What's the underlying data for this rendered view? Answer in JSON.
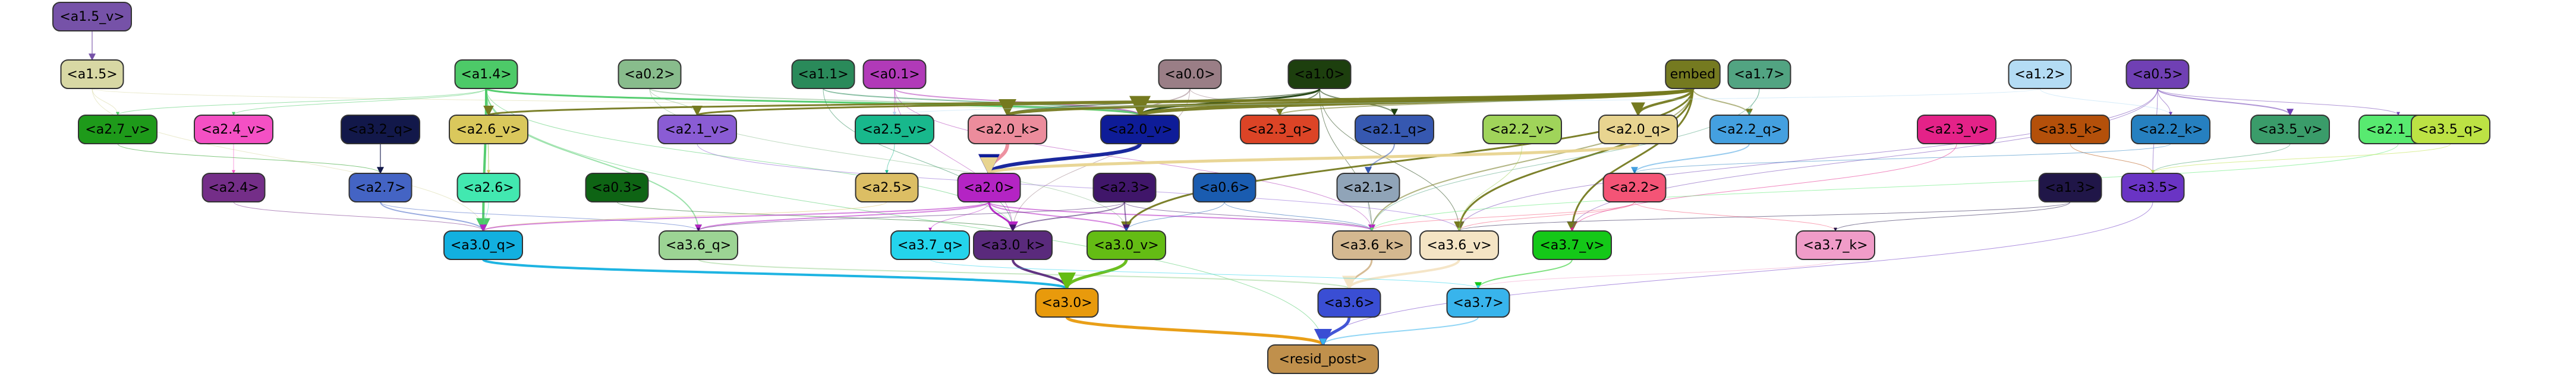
{
  "graph": {
    "nodes": [
      {
        "id": "a1_5_v",
        "label": "<a1.5_v>",
        "fill": "#7652a8",
        "text": "#000000"
      },
      {
        "id": "a1_5",
        "label": "<a1.5>",
        "fill": "#d8d8a4",
        "text": "#000000"
      },
      {
        "id": "a1_4",
        "label": "<a1.4>",
        "fill": "#4dca68",
        "text": "#000000"
      },
      {
        "id": "a0_2",
        "label": "<a0.2>",
        "fill": "#88bc8c",
        "text": "#000000"
      },
      {
        "id": "a1_1",
        "label": "<a1.1>",
        "fill": "#2a8a5a",
        "text": "#000000"
      },
      {
        "id": "a0_1",
        "label": "<a0.1>",
        "fill": "#b13ab8",
        "text": "#000000"
      },
      {
        "id": "a0_0",
        "label": "<a0.0>",
        "fill": "#9a7e86",
        "text": "#000000"
      },
      {
        "id": "a1_0",
        "label": "<a1.0>",
        "fill": "#1d3f0e",
        "text": "#000000"
      },
      {
        "id": "embed",
        "label": "embed",
        "fill": "#757a20",
        "text": "#000000"
      },
      {
        "id": "a1_7",
        "label": "<a1.7>",
        "fill": "#52a482",
        "text": "#000000"
      },
      {
        "id": "a1_2",
        "label": "<a1.2>",
        "fill": "#b4dcf4",
        "text": "#000000"
      },
      {
        "id": "a0_5",
        "label": "<a0.5>",
        "fill": "#7040b4",
        "text": "#000000"
      },
      {
        "id": "a2_7_v",
        "label": "<a2.7_v>",
        "fill": "#1e9a1a",
        "text": "#000000"
      },
      {
        "id": "a2_4_v",
        "label": "<a2.4_v>",
        "fill": "#f450c4",
        "text": "#000000"
      },
      {
        "id": "a3_2_q",
        "label": "<a3.2_q>",
        "fill": "#12184a",
        "text": "#000000"
      },
      {
        "id": "a2_6_v",
        "label": "<a2.6_v>",
        "fill": "#dac85c",
        "text": "#000000"
      },
      {
        "id": "a2_1_v",
        "label": "<a2.1_v>",
        "fill": "#8a5cd4",
        "text": "#000000"
      },
      {
        "id": "a2_5_v",
        "label": "<a2.5_v>",
        "fill": "#18b88c",
        "text": "#000000"
      },
      {
        "id": "a2_0_k",
        "label": "<a2.0_k>",
        "fill": "#ec8c9c",
        "text": "#000000"
      },
      {
        "id": "a2_0_v",
        "label": "<a2.0_v>",
        "fill": "#0e1c98",
        "text": "#000000"
      },
      {
        "id": "a2_3_q",
        "label": "<a2.3_q>",
        "fill": "#dc4426",
        "text": "#000000"
      },
      {
        "id": "a2_1_q",
        "label": "<a2.1_q>",
        "fill": "#3658b0",
        "text": "#000000"
      },
      {
        "id": "a2_2_v",
        "label": "<a2.2_v>",
        "fill": "#a0d45a",
        "text": "#000000"
      },
      {
        "id": "a2_0_q",
        "label": "<a2.0_q>",
        "fill": "#e8d490",
        "text": "#000000"
      },
      {
        "id": "a2_2_q",
        "label": "<a2.2_q>",
        "fill": "#44a0e0",
        "text": "#000000"
      },
      {
        "id": "a2_3_v",
        "label": "<a2.3_v>",
        "fill": "#e42288",
        "text": "#000000"
      },
      {
        "id": "a3_5_k",
        "label": "<a3.5_k>",
        "fill": "#b4500a",
        "text": "#000000"
      },
      {
        "id": "a2_2_k",
        "label": "<a2.2_k>",
        "fill": "#2680c0",
        "text": "#000000"
      },
      {
        "id": "a3_5_v",
        "label": "<a3.5_v>",
        "fill": "#3a9c6a",
        "text": "#000000"
      },
      {
        "id": "a2_1_k",
        "label": "<a2.1_k>",
        "fill": "#58ea70",
        "text": "#000000"
      },
      {
        "id": "a3_5_q",
        "label": "<a3.5_q>",
        "fill": "#bce244",
        "text": "#000000"
      },
      {
        "id": "a2_4",
        "label": "<a2.4>",
        "fill": "#742e88",
        "text": "#000000"
      },
      {
        "id": "a2_7",
        "label": "<a2.7>",
        "fill": "#4464c4",
        "text": "#000000"
      },
      {
        "id": "a2_6",
        "label": "<a2.6>",
        "fill": "#42e8b0",
        "text": "#000000"
      },
      {
        "id": "a0_3",
        "label": "<a0.3>",
        "fill": "#0e6414",
        "text": "#000000"
      },
      {
        "id": "a2_5",
        "label": "<a2.5>",
        "fill": "#dcbe64",
        "text": "#000000"
      },
      {
        "id": "a2_0",
        "label": "<a2.0>",
        "fill": "#b424c4",
        "text": "#000000"
      },
      {
        "id": "a2_3",
        "label": "<a2.3>",
        "fill": "#40166a",
        "text": "#000000"
      },
      {
        "id": "a0_6",
        "label": "<a0.6>",
        "fill": "#1a5cb0",
        "text": "#000000"
      },
      {
        "id": "a2_1",
        "label": "<a2.1>",
        "fill": "#90a4b8",
        "text": "#000000"
      },
      {
        "id": "a2_2",
        "label": "<a2.2>",
        "fill": "#f45476",
        "text": "#000000"
      },
      {
        "id": "a1_3",
        "label": "<a1.3>",
        "fill": "#201648",
        "text": "#000000"
      },
      {
        "id": "a3_5",
        "label": "<a3.5>",
        "fill": "#6a34c4",
        "text": "#000000"
      },
      {
        "id": "a3_0_q",
        "label": "<a3.0_q>",
        "fill": "#12b0e0",
        "text": "#000000"
      },
      {
        "id": "a3_6_q",
        "label": "<a3.6_q>",
        "fill": "#9cd494",
        "text": "#000000"
      },
      {
        "id": "a3_7_q",
        "label": "<a3.7_q>",
        "fill": "#24d4ec",
        "text": "#000000"
      },
      {
        "id": "a3_0_k",
        "label": "<a3.0_k>",
        "fill": "#5a2a7c",
        "text": "#000000"
      },
      {
        "id": "a3_0_v",
        "label": "<a3.0_v>",
        "fill": "#64bc14",
        "text": "#000000"
      },
      {
        "id": "a3_6_k",
        "label": "<a3.6_k>",
        "fill": "#d4b890",
        "text": "#000000"
      },
      {
        "id": "a3_6_v",
        "label": "<a3.6_v>",
        "fill": "#f4e4c4",
        "text": "#000000"
      },
      {
        "id": "a3_7_v",
        "label": "<a3.7_v>",
        "fill": "#14c818",
        "text": "#000000"
      },
      {
        "id": "a3_7_k",
        "label": "<a3.7_k>",
        "fill": "#f09cc8",
        "text": "#000000"
      },
      {
        "id": "a3_0",
        "label": "<a3.0>",
        "fill": "#e89a0c",
        "text": "#000000"
      },
      {
        "id": "a3_6",
        "label": "<a3.6>",
        "fill": "#3a4ed4",
        "text": "#000000"
      },
      {
        "id": "a3_7",
        "label": "<a3.7>",
        "fill": "#38b4ec",
        "text": "#000000"
      },
      {
        "id": "resid_post",
        "label": "<resid_post>",
        "fill": "#c0904c",
        "text": "#000000"
      }
    ],
    "edges": [
      {
        "from": "a1_5_v",
        "to": "a1_5",
        "color": "#7652a8",
        "weight": 2
      },
      {
        "from": "a1_5",
        "to": "a2_7_v",
        "color": "#d8d8a4",
        "weight": 1
      },
      {
        "from": "a1_5",
        "to": "a3_0_q",
        "color": "#d8d8a4",
        "weight": 1
      },
      {
        "from": "a1_5",
        "to": "a2_0_v",
        "color": "#d8d8a4",
        "weight": 1
      },
      {
        "from": "a1_4",
        "to": "a3_0_q",
        "color": "#4dca68",
        "weight": 4
      },
      {
        "from": "a1_4",
        "to": "a2_0_v",
        "color": "#4dca68",
        "weight": 3
      },
      {
        "from": "a1_4",
        "to": "a2_6_v",
        "color": "#4dca68",
        "weight": 2
      },
      {
        "from": "a1_4",
        "to": "a2_7_v",
        "color": "#4dca68",
        "weight": 1
      },
      {
        "from": "a1_4",
        "to": "a2_4_v",
        "color": "#4dca68",
        "weight": 1
      },
      {
        "from": "a1_4",
        "to": "a3_6_q",
        "color": "#4dca68",
        "weight": 2
      },
      {
        "from": "a1_4",
        "to": "resid_post",
        "color": "#4dca68",
        "weight": 1
      },
      {
        "from": "a1_4",
        "to": "a3_0_k",
        "color": "#4dca68",
        "weight": 1
      },
      {
        "from": "a1_4",
        "to": "a2_6",
        "color": "#4dca68",
        "weight": 1
      },
      {
        "from": "a0_2",
        "to": "a2_0_v",
        "color": "#88bc8c",
        "weight": 2
      },
      {
        "from": "a0_2",
        "to": "a3_0_v",
        "color": "#88bc8c",
        "weight": 1
      },
      {
        "from": "a0_2",
        "to": "a2_1_v",
        "color": "#88bc8c",
        "weight": 1
      },
      {
        "from": "a1_1",
        "to": "a2_0_v",
        "color": "#2a8a5a",
        "weight": 2
      },
      {
        "from": "a1_1",
        "to": "a3_0_k",
        "color": "#2a8a5a",
        "weight": 1
      },
      {
        "from": "a0_1",
        "to": "a2_0_v",
        "color": "#b13ab8",
        "weight": 2
      },
      {
        "from": "a0_1",
        "to": "a3_0_k",
        "color": "#b13ab8",
        "weight": 1
      },
      {
        "from": "a0_1",
        "to": "a2_5_v",
        "color": "#b13ab8",
        "weight": 1
      },
      {
        "from": "a0_1",
        "to": "a3_6_k",
        "color": "#b13ab8",
        "weight": 1
      },
      {
        "from": "a0_0",
        "to": "a2_0_v",
        "color": "#9a7e86",
        "weight": 2
      },
      {
        "from": "a0_0",
        "to": "a3_0_k",
        "color": "#9a7e86",
        "weight": 1
      },
      {
        "from": "a0_0",
        "to": "a2_3_q",
        "color": "#9a7e86",
        "weight": 1
      },
      {
        "from": "a1_0",
        "to": "a2_0_v",
        "color": "#1d3f0e",
        "weight": 3
      },
      {
        "from": "a1_0",
        "to": "a2_1_q",
        "color": "#1d3f0e",
        "weight": 2
      },
      {
        "from": "a1_0",
        "to": "a2_3_q",
        "color": "#1d3f0e",
        "weight": 2
      },
      {
        "from": "a1_0",
        "to": "a2_0_k",
        "color": "#1d3f0e",
        "weight": 2
      },
      {
        "from": "a1_0",
        "to": "a3_6_k",
        "color": "#1d3f0e",
        "weight": 1
      },
      {
        "from": "a1_0",
        "to": "a3_6_v",
        "color": "#1d3f0e",
        "weight": 1
      },
      {
        "from": "embed",
        "to": "a2_0_v",
        "color": "#757a20",
        "weight": 6
      },
      {
        "from": "embed",
        "to": "a2_0_k",
        "color": "#757a20",
        "weight": 5
      },
      {
        "from": "embed",
        "to": "a2_0_q",
        "color": "#757a20",
        "weight": 4
      },
      {
        "from": "embed",
        "to": "a2_1_v",
        "color": "#757a20",
        "weight": 3
      },
      {
        "from": "embed",
        "to": "a2_6_v",
        "color": "#757a20",
        "weight": 3
      },
      {
        "from": "embed",
        "to": "a3_0_v",
        "color": "#757a20",
        "weight": 3
      },
      {
        "from": "embed",
        "to": "a3_6_v",
        "color": "#757a20",
        "weight": 3
      },
      {
        "from": "embed",
        "to": "a3_7_v",
        "color": "#757a20",
        "weight": 3
      },
      {
        "from": "embed",
        "to": "a2_2_q",
        "color": "#757a20",
        "weight": 2
      },
      {
        "from": "embed",
        "to": "a2_3_q",
        "color": "#757a20",
        "weight": 2
      },
      {
        "from": "embed",
        "to": "a3_6_k",
        "color": "#757a20",
        "weight": 2
      },
      {
        "from": "a1_7",
        "to": "a2_2_q",
        "color": "#52a482",
        "weight": 1
      },
      {
        "from": "a1_7",
        "to": "a3_6_k",
        "color": "#52a482",
        "weight": 1
      },
      {
        "from": "a1_2",
        "to": "a2_2_k",
        "color": "#b4dcf4",
        "weight": 1
      },
      {
        "from": "a1_2",
        "to": "a2_5_v",
        "color": "#b4dcf4",
        "weight": 1
      },
      {
        "from": "a0_5",
        "to": "a3_5_v",
        "color": "#7040b4",
        "weight": 2
      },
      {
        "from": "a0_5",
        "to": "a3_5",
        "color": "#7040b4",
        "weight": 1
      },
      {
        "from": "a0_5",
        "to": "a2_2_k",
        "color": "#7040b4",
        "weight": 1
      },
      {
        "from": "a0_5",
        "to": "a3_7_v",
        "color": "#7040b4",
        "weight": 1
      },
      {
        "from": "a0_5",
        "to": "a2_1_k",
        "color": "#7040b4",
        "weight": 1
      },
      {
        "from": "a0_5",
        "to": "a3_6_v",
        "color": "#7040b4",
        "weight": 1
      },
      {
        "from": "a2_7_v",
        "to": "a2_7",
        "color": "#1e9a1a",
        "weight": 1
      },
      {
        "from": "a2_4_v",
        "to": "a2_4",
        "color": "#f450c4",
        "weight": 1
      },
      {
        "from": "a3_2_q",
        "to": "a2_7",
        "color": "#12184a",
        "weight": 2
      },
      {
        "from": "a2_6_v",
        "to": "a2_6",
        "color": "#dac85c",
        "weight": 1
      },
      {
        "from": "a2_5_v",
        "to": "a2_5",
        "color": "#18b88c",
        "weight": 1
      },
      {
        "from": "a2_0_k",
        "to": "a2_0",
        "color": "#ec8c9c",
        "weight": 6
      },
      {
        "from": "a2_0_v",
        "to": "a2_0",
        "color": "#0e1c98",
        "weight": 6
      },
      {
        "from": "a2_0_q",
        "to": "a2_0",
        "color": "#e8d490",
        "weight": 5
      },
      {
        "from": "a2_1_q",
        "to": "a2_1",
        "color": "#3658b0",
        "weight": 2
      },
      {
        "from": "a2_2_q",
        "to": "a2_2",
        "color": "#44a0e0",
        "weight": 2
      },
      {
        "from": "a3_5_k",
        "to": "a3_5",
        "color": "#b4500a",
        "weight": 1
      },
      {
        "from": "a2_4",
        "to": "a3_0_q",
        "color": "#742e88",
        "weight": 1
      },
      {
        "from": "a2_7",
        "to": "a3_0_q",
        "color": "#4464c4",
        "weight": 2
      },
      {
        "from": "a2_7",
        "to": "a3_6_q",
        "color": "#4464c4",
        "weight": 1
      },
      {
        "from": "a2_6",
        "to": "a3_0_q",
        "color": "#42e8b0",
        "weight": 1
      },
      {
        "from": "a0_3",
        "to": "a3_0_k",
        "color": "#0e6414",
        "weight": 1
      },
      {
        "from": "a2_5",
        "to": "a3_0_q",
        "color": "#dcbe64",
        "weight": 1
      },
      {
        "from": "a2_0",
        "to": "a3_0_k",
        "color": "#b424c4",
        "weight": 3
      },
      {
        "from": "a2_0",
        "to": "a3_0_v",
        "color": "#b424c4",
        "weight": 2
      },
      {
        "from": "a2_0",
        "to": "a3_6_k",
        "color": "#b424c4",
        "weight": 2
      },
      {
        "from": "a2_0",
        "to": "a3_0_q",
        "color": "#b424c4",
        "weight": 2
      },
      {
        "from": "a2_0",
        "to": "a3_6_q",
        "color": "#b424c4",
        "weight": 2
      },
      {
        "from": "a2_0",
        "to": "a3_7_q",
        "color": "#b424c4",
        "weight": 1
      },
      {
        "from": "a2_3",
        "to": "a3_0_k",
        "color": "#40166a",
        "weight": 2
      },
      {
        "from": "a2_3",
        "to": "a3_0_v",
        "color": "#40166a",
        "weight": 2
      },
      {
        "from": "a2_3",
        "to": "a3_6_k",
        "color": "#40166a",
        "weight": 1
      },
      {
        "from": "a2_3",
        "to": "a3_6_q",
        "color": "#40166a",
        "weight": 1
      },
      {
        "from": "a0_6",
        "to": "a3_6_k",
        "color": "#1a5cb0",
        "weight": 1
      },
      {
        "from": "a0_6",
        "to": "a3_0_v",
        "color": "#1a5cb0",
        "weight": 1
      },
      {
        "from": "a2_1",
        "to": "a3_6_k",
        "color": "#90a4b8",
        "weight": 1
      },
      {
        "from": "a2_2",
        "to": "a3_6_k",
        "color": "#f45476",
        "weight": 1
      },
      {
        "from": "a2_2",
        "to": "a3_7_k",
        "color": "#f45476",
        "weight": 1
      },
      {
        "from": "a2_2",
        "to": "a3_6_v",
        "color": "#f45476",
        "weight": 1
      },
      {
        "from": "a1_3",
        "to": "a3_6_v",
        "color": "#201648",
        "weight": 1
      },
      {
        "from": "a3_5",
        "to": "resid_post",
        "color": "#6a34c4",
        "weight": 1
      },
      {
        "from": "a3_0_q",
        "to": "a3_0",
        "color": "#12b0e0",
        "weight": 4
      },
      {
        "from": "a3_6_q",
        "to": "a3_6",
        "color": "#9cd494",
        "weight": 2
      },
      {
        "from": "a3_0_k",
        "to": "a3_0",
        "color": "#5a2a7c",
        "weight": 4
      },
      {
        "from": "a3_0_v",
        "to": "a3_0",
        "color": "#64bc14",
        "weight": 5
      },
      {
        "from": "a3_6_k",
        "to": "a3_6",
        "color": "#d4b890",
        "weight": 3
      },
      {
        "from": "a3_6_v",
        "to": "a3_6",
        "color": "#f4e4c4",
        "weight": 4
      },
      {
        "from": "a3_7_v",
        "to": "a3_7",
        "color": "#14c818",
        "weight": 2
      },
      {
        "from": "a3_7_k",
        "to": "a3_7",
        "color": "#f09cc8",
        "weight": 1
      },
      {
        "from": "a3_7_q",
        "to": "a3_7",
        "color": "#24d4ec",
        "weight": 1
      },
      {
        "from": "a3_0",
        "to": "resid_post",
        "color": "#e89a0c",
        "weight": 5
      },
      {
        "from": "a3_6",
        "to": "resid_post",
        "color": "#3a4ed4",
        "weight": 5
      },
      {
        "from": "a3_7",
        "to": "resid_post",
        "color": "#38b4ec",
        "weight": 2
      },
      {
        "from": "a2_1_v",
        "to": "a3_6_v",
        "color": "#8a5cd4",
        "weight": 1
      },
      {
        "from": "a2_3_v",
        "to": "a3_7_v",
        "color": "#e42288",
        "weight": 1
      },
      {
        "from": "a2_2_v",
        "to": "a3_6_v",
        "color": "#a0d45a",
        "weight": 1
      },
      {
        "from": "a2_1_k",
        "to": "a3_6_k",
        "color": "#58ea70",
        "weight": 1
      },
      {
        "from": "a3_5_v",
        "to": "a3_5",
        "color": "#3a9c6a",
        "weight": 1
      },
      {
        "from": "a3_5_q",
        "to": "a3_5",
        "color": "#bce244",
        "weight": 1
      },
      {
        "from": "a2_2_k",
        "to": "a2_2",
        "color": "#2680c0",
        "weight": 1
      },
      {
        "from": "a1_3",
        "to": "a3_7_k",
        "color": "#201648",
        "weight": 1
      }
    ]
  }
}
